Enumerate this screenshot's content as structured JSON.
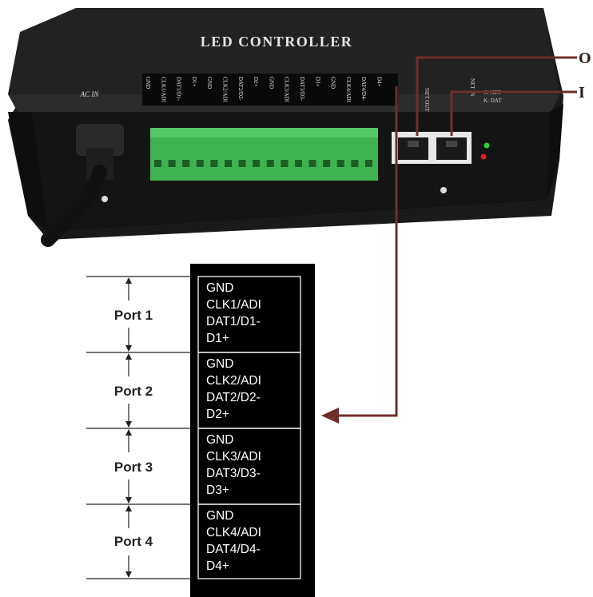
{
  "device": {
    "title": "LED CONTROLLER",
    "ac_label": "AC IN",
    "net_out_label": "NET OUT",
    "net_in_label": "NET IN",
    "c_net_label": "C: NET",
    "k_dat_label": "K: DAT",
    "terminal_labels": [
      "GND",
      "CLK1/ADI",
      "DAT1/D1-",
      "D1+",
      "GND",
      "CLK2/ADI",
      "DAT2/D2-",
      "D2+",
      "GND",
      "CLK3/ADI",
      "DAT3/D3-",
      "D3+",
      "GND",
      "CLK4/ADI",
      "DAT4/D4-",
      "D4+"
    ]
  },
  "callouts": {
    "out_label": "O",
    "in_label": "I"
  },
  "ports": [
    {
      "name": "Port 1",
      "pins": [
        "GND",
        "CLK1/ADI",
        "DAT1/D1-",
        "D1+"
      ]
    },
    {
      "name": "Port 2",
      "pins": [
        "GND",
        "CLK2/ADI",
        "DAT2/D2-",
        "D2+"
      ]
    },
    {
      "name": "Port 3",
      "pins": [
        "GND",
        "CLK3/ADI",
        "DAT3/D3-",
        "D3+"
      ]
    },
    {
      "name": "Port 4",
      "pins": [
        "GND",
        "CLK4/ADI",
        "DAT4/D4-",
        "D4+"
      ]
    }
  ],
  "colors": {
    "device_body": "#1c1c1c",
    "terminal_green": "#3fb34f",
    "callout_line": "#6e2f2a",
    "led_green": "#2ecc40",
    "led_red": "#e02020"
  }
}
